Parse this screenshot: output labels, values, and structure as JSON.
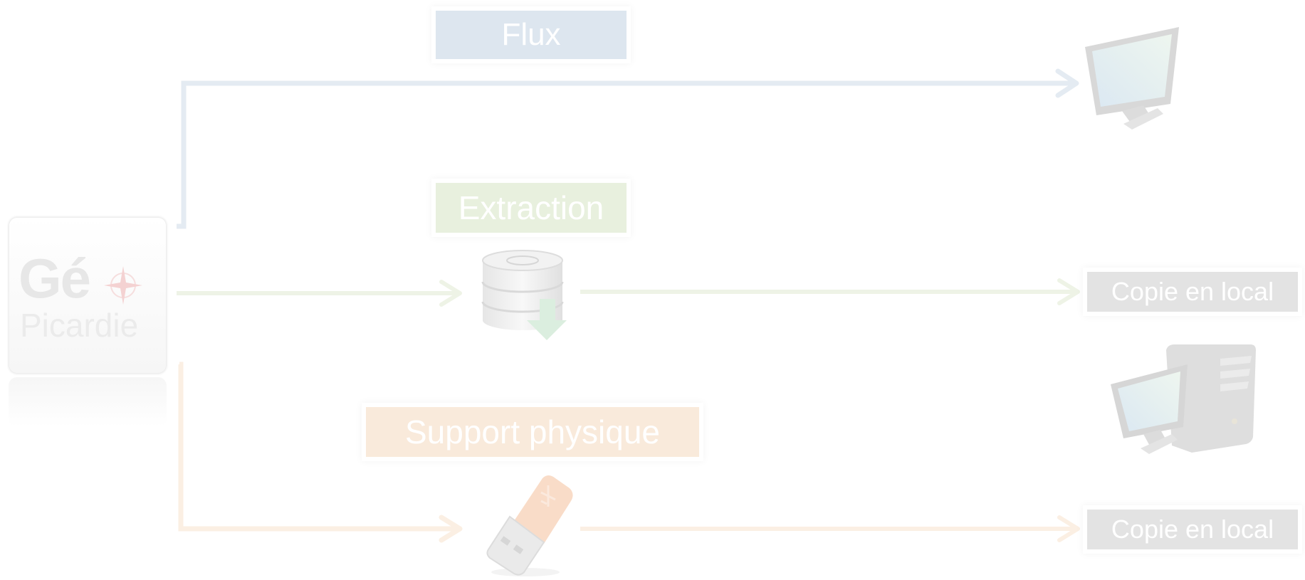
{
  "logo": {
    "line1": "Gé",
    "line2": "Picardie"
  },
  "labels": {
    "flux": "Flux",
    "extraction": "Extraction",
    "support": "Support physique",
    "copie_local_1": "Copie en local",
    "copie_local_2": "Copie en local"
  },
  "colors": {
    "flux": "#dde6ef",
    "extraction": "#e8f0de",
    "support": "#f9eadb",
    "copie": "#e3e3e3",
    "background": "#ffffff"
  },
  "icons": {
    "monitor": "monitor-icon",
    "database": "database-download-icon",
    "usb": "usb-drive-icon",
    "computer": "desktop-computer-icon"
  }
}
